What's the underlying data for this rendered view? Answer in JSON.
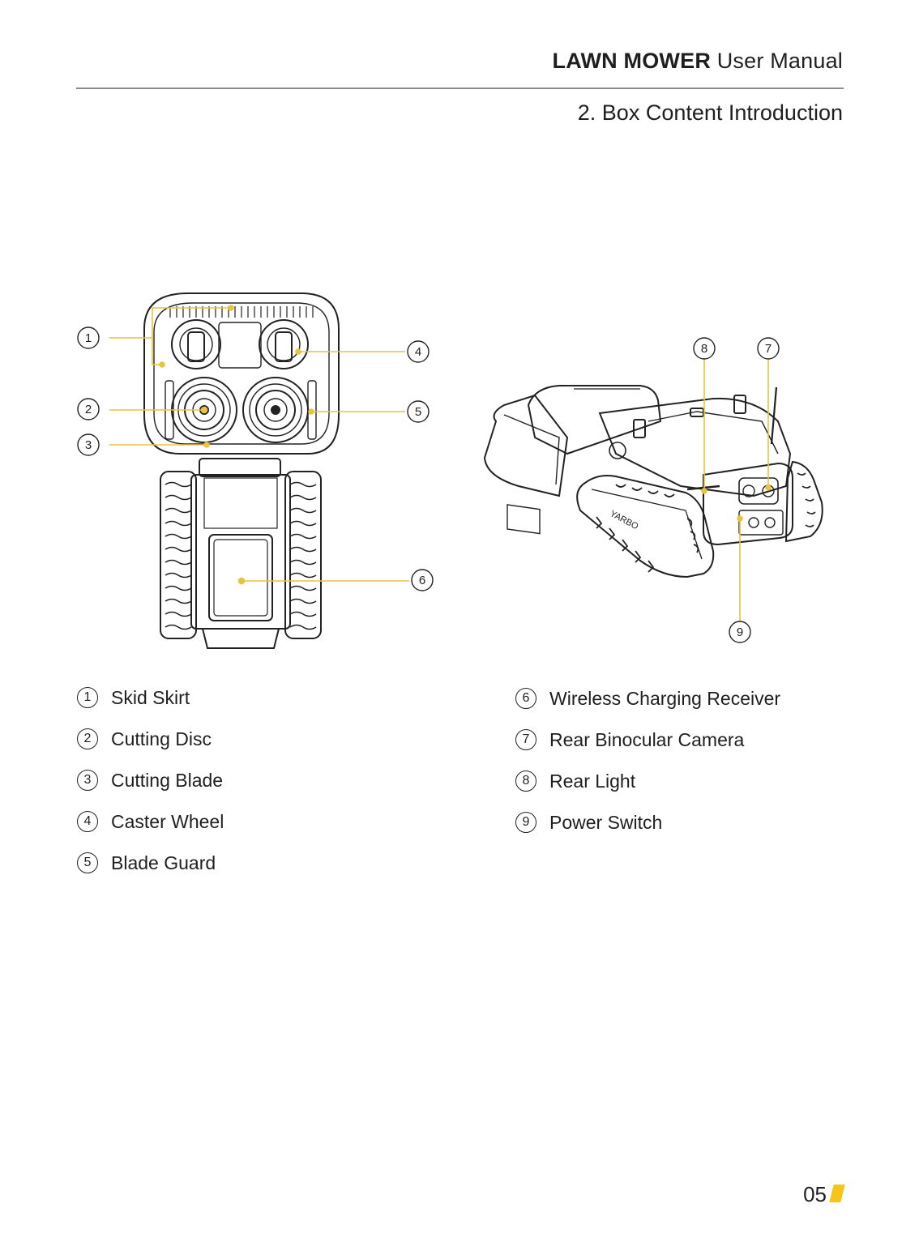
{
  "header": {
    "brand": "LAWN MOWER",
    "subtitle": "User Manual"
  },
  "section_title": "2. Box Content Introduction",
  "callouts": [
    "1",
    "2",
    "3",
    "4",
    "5",
    "6",
    "7",
    "8",
    "9"
  ],
  "product_logo": "YARBO",
  "legend_left": [
    {
      "num": "1",
      "label": "Skid Skirt"
    },
    {
      "num": "2",
      "label": "Cutting Disc"
    },
    {
      "num": "3",
      "label": "Cutting Blade"
    },
    {
      "num": "4",
      "label": "Caster Wheel"
    },
    {
      "num": "5",
      "label": "Blade Guard"
    }
  ],
  "legend_right": [
    {
      "num": "6",
      "label": "Wireless Charging Receiver"
    },
    {
      "num": "7",
      "label": "Rear Binocular Camera"
    },
    {
      "num": "8",
      "label": "Rear Light"
    },
    {
      "num": "9",
      "label": "Power Switch"
    }
  ],
  "page_number": "05",
  "colors": {
    "accent": "#e8c440",
    "rule": "#8a8a8a",
    "text": "#1f1f1f"
  }
}
